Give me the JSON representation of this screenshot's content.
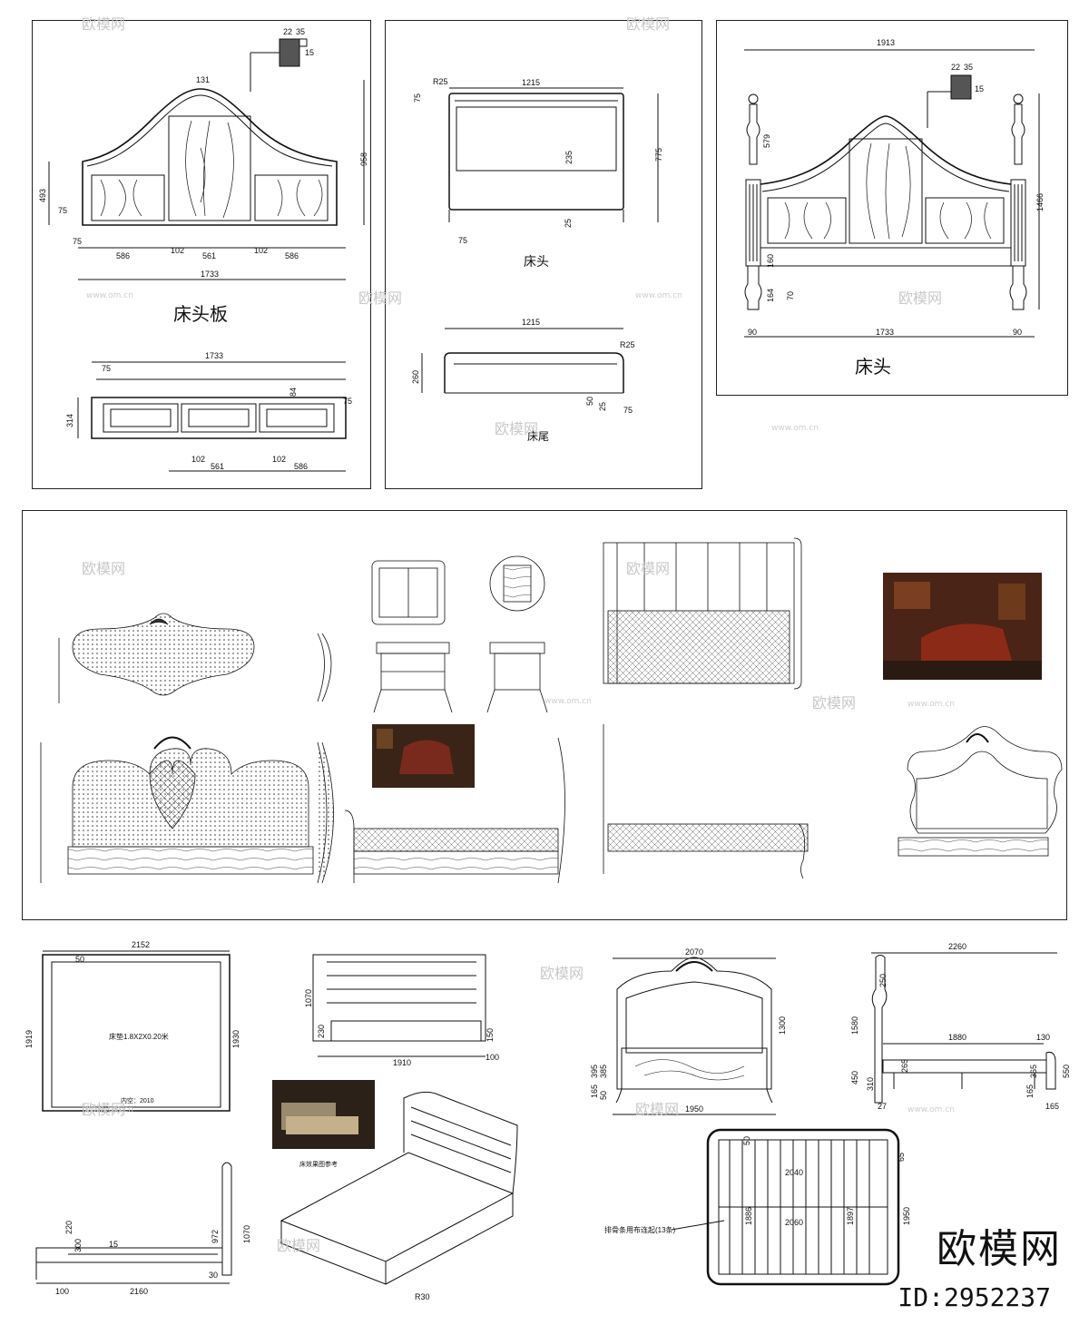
{
  "panel_headboard_board": {
    "title": "床头板",
    "profile": [
      "22",
      "35",
      "15"
    ],
    "top": "131",
    "height_total": "958",
    "height_side": "493",
    "frame_left": "75",
    "frame_bottom": "75",
    "bottom_dims": [
      "586",
      "102",
      "561",
      "102",
      "586"
    ],
    "total_width": "1733",
    "plan_width": "1733",
    "plan_frame": "75",
    "plan_height": "314",
    "plan_dims": [
      "84",
      "75"
    ],
    "plan_bottom": [
      "102",
      "561",
      "102",
      "586"
    ]
  },
  "panel_headboard_simple": {
    "top_label": "床头",
    "width": "1215",
    "r": "R25",
    "side": "75",
    "inner": "235",
    "height": "775",
    "bottom_a": "25",
    "bottom_b": "75"
  },
  "panel_footboard": {
    "label": "床尾",
    "width": "1215",
    "r": "R25",
    "height": "260",
    "dims": [
      "50",
      "25",
      "75"
    ]
  },
  "panel_headboard_posts": {
    "title": "床头",
    "width": "1913",
    "profile": [
      "22",
      "35",
      "15"
    ],
    "post_top": "579",
    "height": "1466",
    "rail_a": "160",
    "rail_b": "164",
    "rail_c": "70",
    "left_post": "90",
    "center_width": "1733",
    "right_post": "90"
  },
  "panel_bottom_left": {
    "plan_width": "2152",
    "plan_height": "1919",
    "plan_inner_h": "1930",
    "plan_frame": "50",
    "plan_label": "床垫1.8X2X0.20米",
    "plan_inner_w": "内空：2010",
    "front_height": "1070",
    "front_a": "230",
    "front_b": "150",
    "front_c": "100",
    "front_width": "1910",
    "side_a": "220",
    "side_b": "300",
    "side_c": "972",
    "side_d": "1070",
    "side_e": "15",
    "side_f": "30",
    "side_width": "2160",
    "side_left": "100",
    "photo_caption": "床效果图参考",
    "iso_mark": "R30"
  },
  "panel_bottom_right": {
    "front_width": "2070",
    "front_height": "1300",
    "front_dims": [
      "395",
      "385",
      "165",
      "50"
    ],
    "front_base": "1950",
    "side_width": "2260",
    "side_top": "250",
    "side_height": "1580",
    "side_mid": "1880",
    "side_end": "130",
    "side_right": "550",
    "side_a": "450",
    "side_b": "310",
    "side_c": "365",
    "side_d": "265",
    "side_e": "27",
    "side_f": "165",
    "side_g": "165",
    "slat_top": "2040",
    "slat_mid": "2060",
    "slat_a": "65",
    "slat_b": "1950",
    "slat_c": "1897",
    "slat_d": "1886",
    "slat_left": "50",
    "slat_note": "排骨条用布连起(13条)"
  },
  "brand": {
    "name": "欧模网",
    "id": "ID:2952237"
  },
  "watermark": {
    "name": "欧模网",
    "url": "www.om.cn"
  }
}
